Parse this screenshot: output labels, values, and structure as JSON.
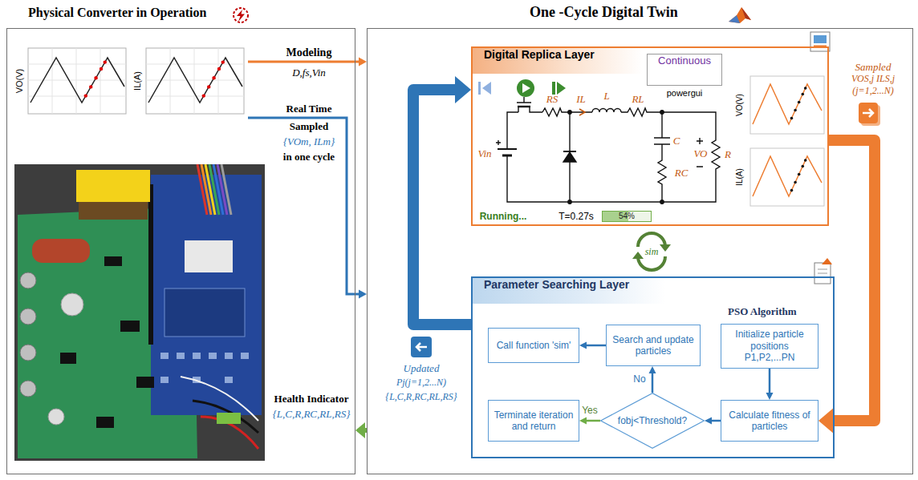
{
  "diagram": {
    "nodes": [
      {
        "text": [
          "Physical Converter in Operation"
        ]
      },
      {
        "text": [
          "One -Cycle Digital Twin"
        ]
      },
      {
        "text": [
          "Digital Replica Layer"
        ],
        "in": 1
      },
      {
        "text": [
          "Continuous",
          "powergui"
        ],
        "in": 2
      },
      {
        "text": [
          "54%"
        ],
        "in": 2
      },
      {
        "text": [
          "Parameter Searching Layer",
          "PSO Algorithm"
        ],
        "in": 1
      },
      {
        "text": [
          "Initialize particle positions P1,P2,...PN"
        ],
        "in": 5
      },
      {
        "text": [
          "Calculate fitness of particles"
        ],
        "in": 5
      },
      {
        "text": [
          "fobj<Threshold?"
        ],
        "in": 5
      },
      {
        "text": [
          "Terminate iteration and return"
        ],
        "in": 5
      },
      {
        "text": [
          "Search and update particles"
        ],
        "in": 5
      },
      {
        "text": [
          "Call function 'sim'"
        ],
        "in": 5
      }
    ],
    "edges": [
      {
        "from": 0,
        "to": 1,
        "label": "Modeling",
        "arrow": "to"
      },
      {
        "from": 0,
        "to": 1,
        "label": "Real Time",
        "arrow": "to"
      },
      {
        "from": 1,
        "to": 0,
        "label": "Health Indicator",
        "arrow": "to"
      },
      {
        "from": 2,
        "to": 7,
        "arrow": "to"
      },
      {
        "from": 5,
        "to": 2,
        "arrow": "to"
      },
      {
        "from": 6,
        "to": 7,
        "arrow": "to"
      },
      {
        "from": 7,
        "to": 8,
        "arrow": "to"
      },
      {
        "from": 8,
        "to": 9,
        "label": "Yes",
        "arrow": "to"
      },
      {
        "from": 8,
        "to": 10,
        "label": "No",
        "arrow": "to"
      },
      {
        "from": 10,
        "to": 11,
        "arrow": "to"
      }
    ],
    "labels": [
      "VO(V)",
      "IL(A)",
      "D,fs,Vin",
      "Sampled",
      "{VOm, ILm}",
      "in one cycle",
      "{L,C,R,RC,RL,RS}",
      "Vin",
      "RS",
      "IL",
      "L",
      "RL",
      "C",
      "RC",
      "VO",
      "R",
      "Running...",
      "T=0.27s",
      "VO(V)",
      "IL(A)",
      "Sampled",
      "VOS,j ILS,j (j=1,2...N)",
      "sim",
      "Updated",
      "Pj(j=1,2...N)",
      "{L,C,R,RC,RL,RS}"
    ]
  }
}
